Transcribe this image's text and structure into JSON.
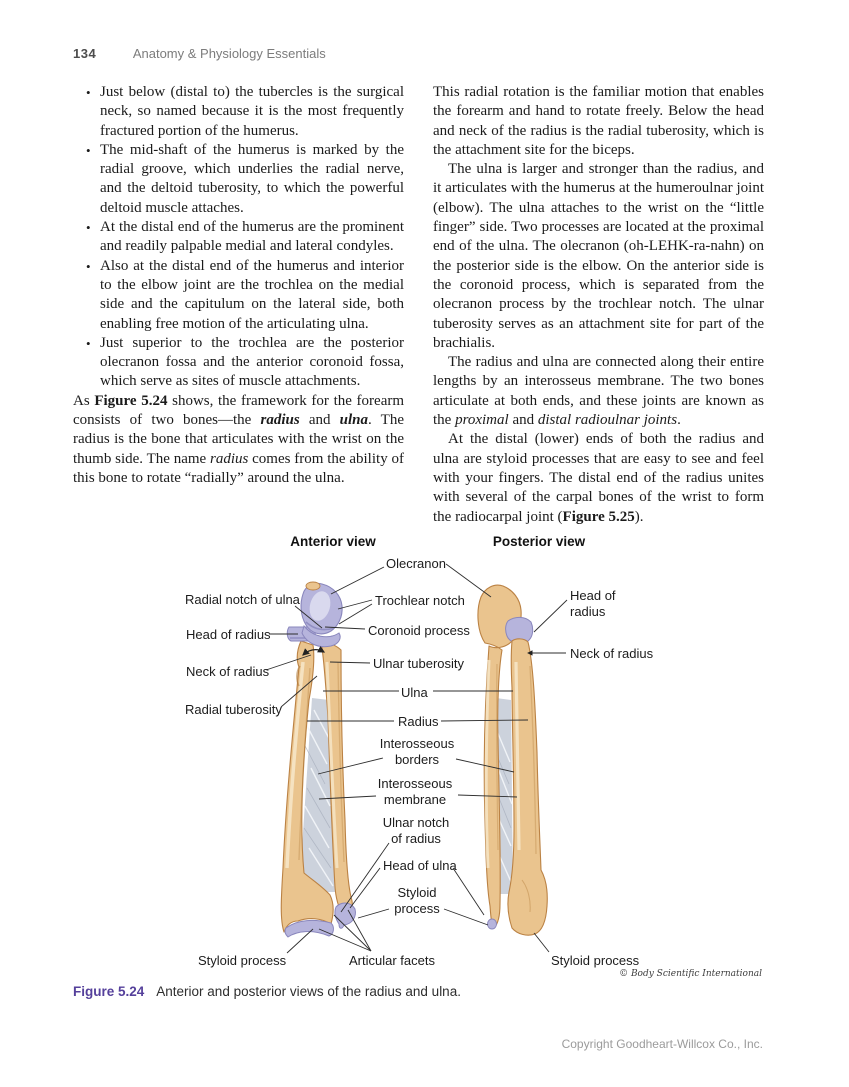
{
  "page": {
    "number": "134",
    "header_title": "Anatomy & Physiology Essentials",
    "copyright": "Copyright Goodheart-Willcox Co., Inc."
  },
  "left_column": {
    "bullets": [
      "Just below (distal to) the tubercles is the surgical neck, so named because it is the most frequently fractured portion of the humerus.",
      "The mid-shaft of the humerus is marked by the radial groove, which underlies the radial nerve, and the deltoid tuberosity, to which the powerful deltoid muscle attaches.",
      "At the distal end of the humerus are the prominent and readily palpable medial and lateral condyles.",
      "Also at the distal end of the humerus and interior to the elbow joint are the trochlea on the medial side and the capitulum on the lateral side, both enabling free motion of the articulating ulna.",
      "Just superior to the trochlea are the posterior olecranon fossa and the anterior coronoid fossa, which serve as sites of muscle attachments."
    ],
    "paragraph": [
      {
        "t": "As "
      },
      {
        "t": "Figure 5.24",
        "b": true
      },
      {
        "t": " shows, the framework for the forearm consists of two bones—the "
      },
      {
        "t": "radius",
        "b": true,
        "i": true
      },
      {
        "t": " and "
      },
      {
        "t": "ulna",
        "b": true,
        "i": true
      },
      {
        "t": ". The radius is the bone that articulates with the wrist on the thumb side. The name "
      },
      {
        "t": "radius",
        "i": true
      },
      {
        "t": " comes from the ability of this bone to rotate “radially” around the ulna."
      }
    ]
  },
  "right_column": {
    "paragraphs": [
      [
        {
          "t": "This radial rotation is the familiar motion that enables the forearm and hand to rotate freely. Below the head and neck of the radius is the radial tuberosity, which is the attachment site for the biceps."
        }
      ],
      [
        {
          "t": "The ulna is larger and stronger than the radius, and it articulates with the humerus at the humeroulnar joint (elbow). The ulna attaches to the wrist on the “little finger” side. Two processes are located at the proximal end of the ulna. The olecranon (oh-LEHK-ra-nahn) on the posterior side is the elbow. On the anterior side is the coronoid process, which is separated from the olecranon process by the trochlear notch. The ulnar tuberosity serves as an attachment site for part of the brachialis."
        }
      ],
      [
        {
          "t": "The radius and ulna are connected along their entire lengths by an interosseus membrane. The two bones articulate at both ends, and these joints are known as the "
        },
        {
          "t": "proximal",
          "i": true
        },
        {
          "t": " and "
        },
        {
          "t": "distal radioulnar joints",
          "i": true
        },
        {
          "t": "."
        }
      ],
      [
        {
          "t": "At the distal (lower) ends of both the radius and ulna are styloid processes that are easy to see and feel with your fingers. The distal end of the radius unites with several of the carpal bones of the wrist to form the radiocarpal joint ("
        },
        {
          "t": "Figure 5.25",
          "b": true
        },
        {
          "t": ")."
        }
      ]
    ]
  },
  "figure": {
    "anterior_title": "Anterior view",
    "posterior_title": "Posterior view",
    "labels": [
      {
        "id": "olecranon",
        "text": "Olecranon"
      },
      {
        "id": "radial-notch-of-ulna",
        "text": "Radial notch of ulna"
      },
      {
        "id": "trochlear-notch",
        "text": "Trochlear notch"
      },
      {
        "id": "head-of-radius-left",
        "text": "Head of radius"
      },
      {
        "id": "coronoid-process",
        "text": "Coronoid process"
      },
      {
        "id": "neck-of-radius-left",
        "text": "Neck of radius"
      },
      {
        "id": "ulnar-tuberosity",
        "text": "Ulnar tuberosity"
      },
      {
        "id": "radial-tuberosity",
        "text": "Radial tuberosity"
      },
      {
        "id": "ulna",
        "text": "Ulna"
      },
      {
        "id": "radius",
        "text": "Radius"
      },
      {
        "id": "interosseous-borders",
        "text": "Interosseous\nborders"
      },
      {
        "id": "interosseous-membrane",
        "text": "Interosseous\nmembrane"
      },
      {
        "id": "ulnar-notch-of-radius",
        "text": "Ulnar notch\nof radius"
      },
      {
        "id": "head-of-ulna",
        "text": "Head of ulna"
      },
      {
        "id": "styloid-process-center",
        "text": "Styloid\nprocess"
      },
      {
        "id": "styloid-process-left",
        "text": "Styloid process"
      },
      {
        "id": "articular-facets",
        "text": "Articular facets"
      },
      {
        "id": "styloid-process-right",
        "text": "Styloid process"
      },
      {
        "id": "head-of-radius-right",
        "text": "Head of\nradius"
      },
      {
        "id": "neck-of-radius-right",
        "text": "Neck of radius"
      }
    ],
    "credit": "© Body Scientific International",
    "caption_number": "Figure 5.24",
    "caption_text": "Anterior and posterior views of the radius and ulna.",
    "colors": {
      "bone": "#eac48e",
      "bone_edge": "#bb8244",
      "cartilage": "#b6b4dc",
      "cartilage_edge": "#8a87bd",
      "membrane": "#ccd2dc",
      "caption_accent": "#55409b"
    }
  }
}
